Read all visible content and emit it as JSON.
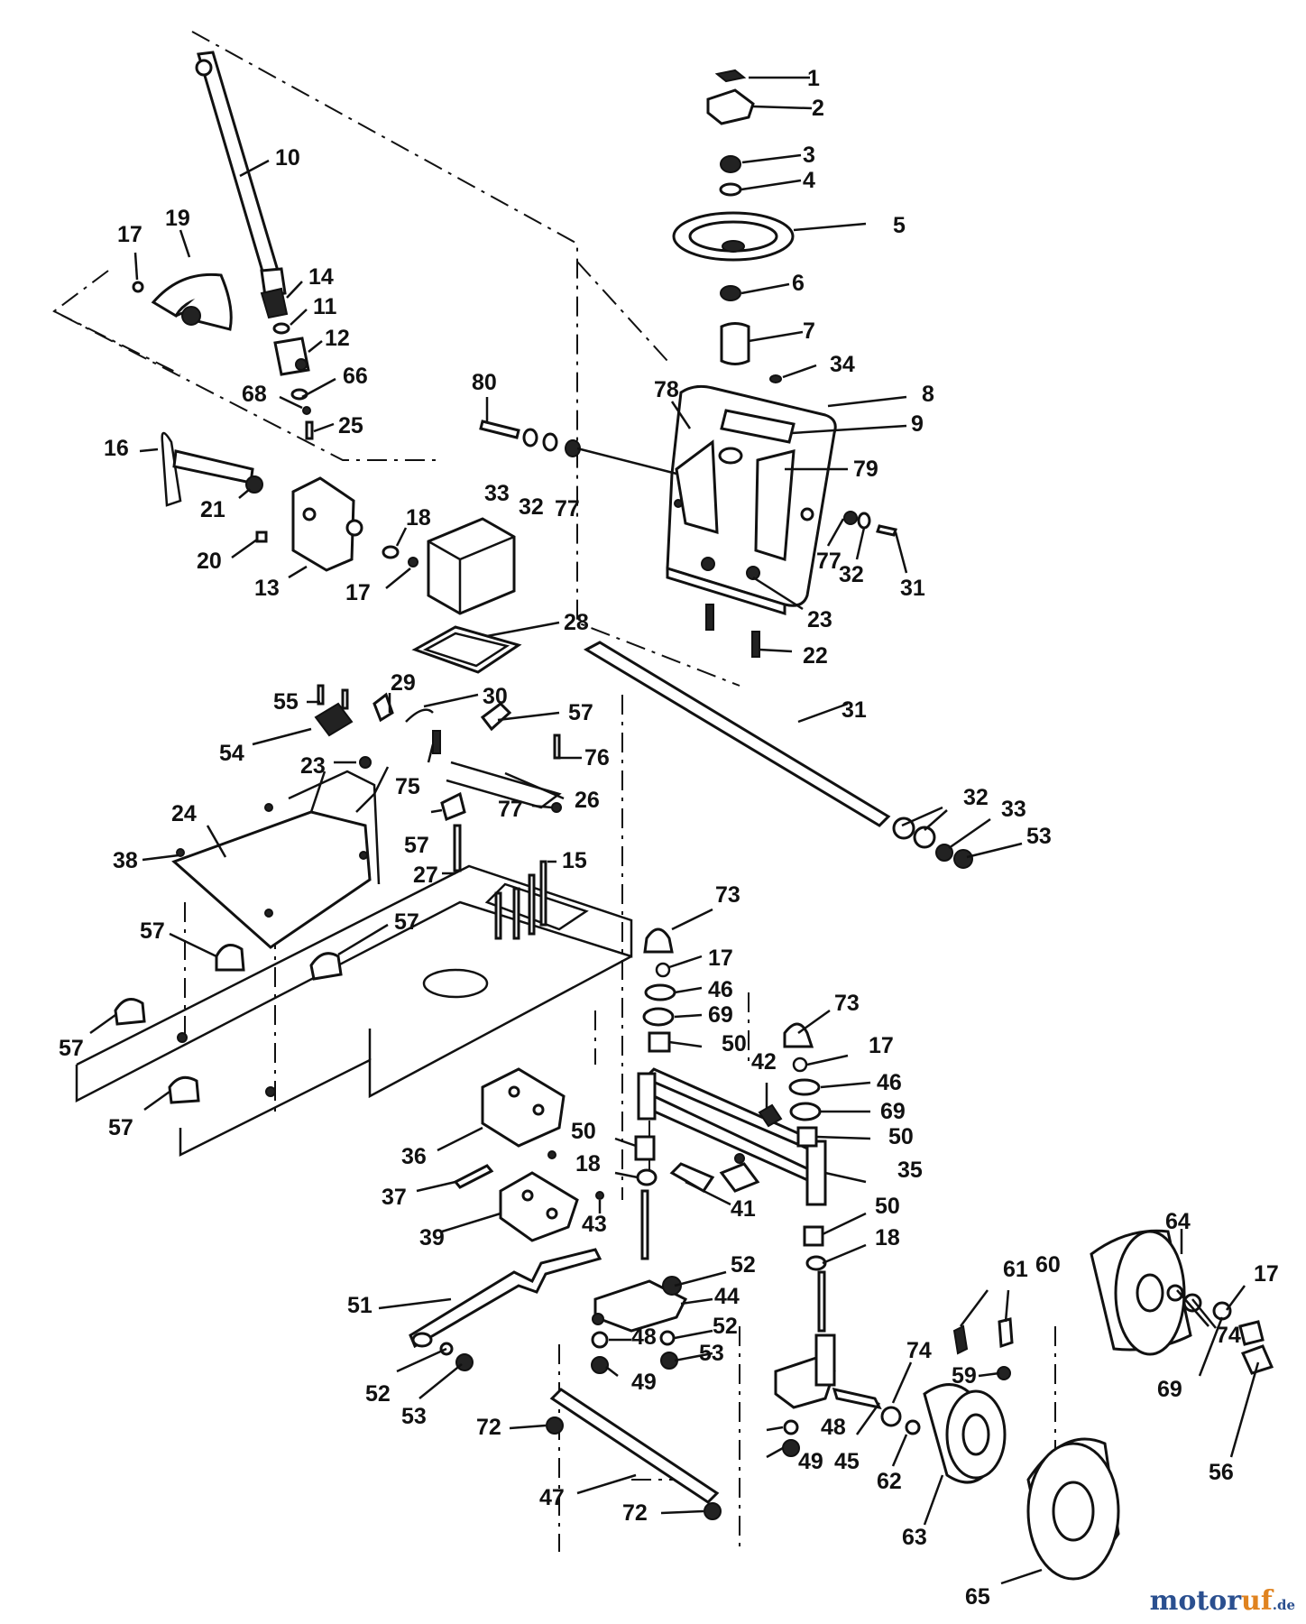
{
  "watermark": {
    "part1": "motor",
    "part2": "uf",
    "suffix": ".de"
  },
  "callouts": [
    {
      "id": "c1",
      "label": "1"
    },
    {
      "id": "c2",
      "label": "2"
    },
    {
      "id": "c3",
      "label": "3"
    },
    {
      "id": "c4",
      "label": "4"
    },
    {
      "id": "c5",
      "label": "5"
    },
    {
      "id": "c6",
      "label": "6"
    },
    {
      "id": "c7",
      "label": "7"
    },
    {
      "id": "c34",
      "label": "34"
    },
    {
      "id": "c8",
      "label": "8"
    },
    {
      "id": "c9",
      "label": "9"
    },
    {
      "id": "c78",
      "label": "78"
    },
    {
      "id": "c79",
      "label": "79"
    },
    {
      "id": "c80",
      "label": "80"
    },
    {
      "id": "c33a",
      "label": "33"
    },
    {
      "id": "c32a",
      "label": "32"
    },
    {
      "id": "c77a",
      "label": "77"
    },
    {
      "id": "c77b",
      "label": "77"
    },
    {
      "id": "c32b",
      "label": "32"
    },
    {
      "id": "c31a",
      "label": "31"
    },
    {
      "id": "c23a",
      "label": "23"
    },
    {
      "id": "c22",
      "label": "22"
    },
    {
      "id": "c10",
      "label": "10"
    },
    {
      "id": "c17a",
      "label": "17"
    },
    {
      "id": "c19",
      "label": "19"
    },
    {
      "id": "c14",
      "label": "14"
    },
    {
      "id": "c11",
      "label": "11"
    },
    {
      "id": "c12",
      "label": "12"
    },
    {
      "id": "c66",
      "label": "66"
    },
    {
      "id": "c68",
      "label": "68"
    },
    {
      "id": "c25",
      "label": "25"
    },
    {
      "id": "c16",
      "label": "16"
    },
    {
      "id": "c21",
      "label": "21"
    },
    {
      "id": "c20",
      "label": "20"
    },
    {
      "id": "c13",
      "label": "13"
    },
    {
      "id": "c18a",
      "label": "18"
    },
    {
      "id": "c17b",
      "label": "17"
    },
    {
      "id": "c28",
      "label": "28"
    },
    {
      "id": "c29",
      "label": "29"
    },
    {
      "id": "c30",
      "label": "30"
    },
    {
      "id": "c55",
      "label": "55"
    },
    {
      "id": "c57a",
      "label": "57"
    },
    {
      "id": "c54",
      "label": "54"
    },
    {
      "id": "c23b",
      "label": "23"
    },
    {
      "id": "c75",
      "label": "75"
    },
    {
      "id": "c76",
      "label": "76"
    },
    {
      "id": "c26",
      "label": "26"
    },
    {
      "id": "c77c",
      "label": "77"
    },
    {
      "id": "c57b",
      "label": "57"
    },
    {
      "id": "c27",
      "label": "27"
    },
    {
      "id": "c15",
      "label": "15"
    },
    {
      "id": "c24",
      "label": "24"
    },
    {
      "id": "c38",
      "label": "38"
    },
    {
      "id": "c31b",
      "label": "31"
    },
    {
      "id": "c32c",
      "label": "32"
    },
    {
      "id": "c33b",
      "label": "33"
    },
    {
      "id": "c53a",
      "label": "53"
    },
    {
      "id": "c57c",
      "label": "57"
    },
    {
      "id": "c57d",
      "label": "57"
    },
    {
      "id": "c57e",
      "label": "57"
    },
    {
      "id": "c57f",
      "label": "57"
    },
    {
      "id": "c73a",
      "label": "73"
    },
    {
      "id": "c17c",
      "label": "17"
    },
    {
      "id": "c46a",
      "label": "46"
    },
    {
      "id": "c69a",
      "label": "69"
    },
    {
      "id": "c50a",
      "label": "50"
    },
    {
      "id": "c73b",
      "label": "73"
    },
    {
      "id": "c42",
      "label": "42"
    },
    {
      "id": "c17d",
      "label": "17"
    },
    {
      "id": "c46b",
      "label": "46"
    },
    {
      "id": "c69b",
      "label": "69"
    },
    {
      "id": "c50b",
      "label": "50"
    },
    {
      "id": "c36",
      "label": "36"
    },
    {
      "id": "c50c",
      "label": "50"
    },
    {
      "id": "c18b",
      "label": "18"
    },
    {
      "id": "c35",
      "label": "35"
    },
    {
      "id": "c41",
      "label": "41"
    },
    {
      "id": "c37",
      "label": "37"
    },
    {
      "id": "c39",
      "label": "39"
    },
    {
      "id": "c43",
      "label": "43"
    },
    {
      "id": "c50d",
      "label": "50"
    },
    {
      "id": "c18c",
      "label": "18"
    },
    {
      "id": "c64",
      "label": "64"
    },
    {
      "id": "c52a",
      "label": "52"
    },
    {
      "id": "c51",
      "label": "51"
    },
    {
      "id": "c44",
      "label": "44"
    },
    {
      "id": "c48a",
      "label": "48"
    },
    {
      "id": "c52b",
      "label": "52"
    },
    {
      "id": "c53b",
      "label": "53"
    },
    {
      "id": "c49a",
      "label": "49"
    },
    {
      "id": "c61",
      "label": "61"
    },
    {
      "id": "c60",
      "label": "60"
    },
    {
      "id": "c74a",
      "label": "74"
    },
    {
      "id": "c74b",
      "label": "74"
    },
    {
      "id": "c17e",
      "label": "17"
    },
    {
      "id": "c59",
      "label": "59"
    },
    {
      "id": "c52c",
      "label": "52"
    },
    {
      "id": "c53c",
      "label": "53"
    },
    {
      "id": "c72a",
      "label": "72"
    },
    {
      "id": "c48b",
      "label": "48"
    },
    {
      "id": "c49b",
      "label": "49"
    },
    {
      "id": "c45",
      "label": "45"
    },
    {
      "id": "c62",
      "label": "62"
    },
    {
      "id": "c69c",
      "label": "69"
    },
    {
      "id": "c56",
      "label": "56"
    },
    {
      "id": "c47",
      "label": "47"
    },
    {
      "id": "c72b",
      "label": "72"
    },
    {
      "id": "c63",
      "label": "63"
    },
    {
      "id": "c65",
      "label": "65"
    }
  ]
}
